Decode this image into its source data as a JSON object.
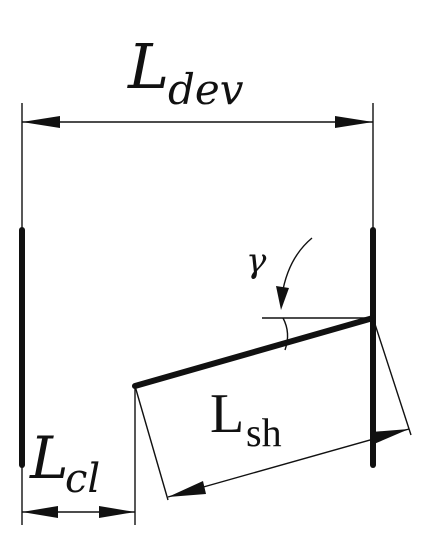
{
  "diagram": {
    "labels": {
      "l_dev": {
        "main": "L",
        "sub": "dev"
      },
      "l_cl": {
        "main": "L",
        "sub": "cl"
      },
      "l_sh": {
        "main": "L",
        "sub": "sh"
      },
      "gamma": "γ"
    }
  }
}
